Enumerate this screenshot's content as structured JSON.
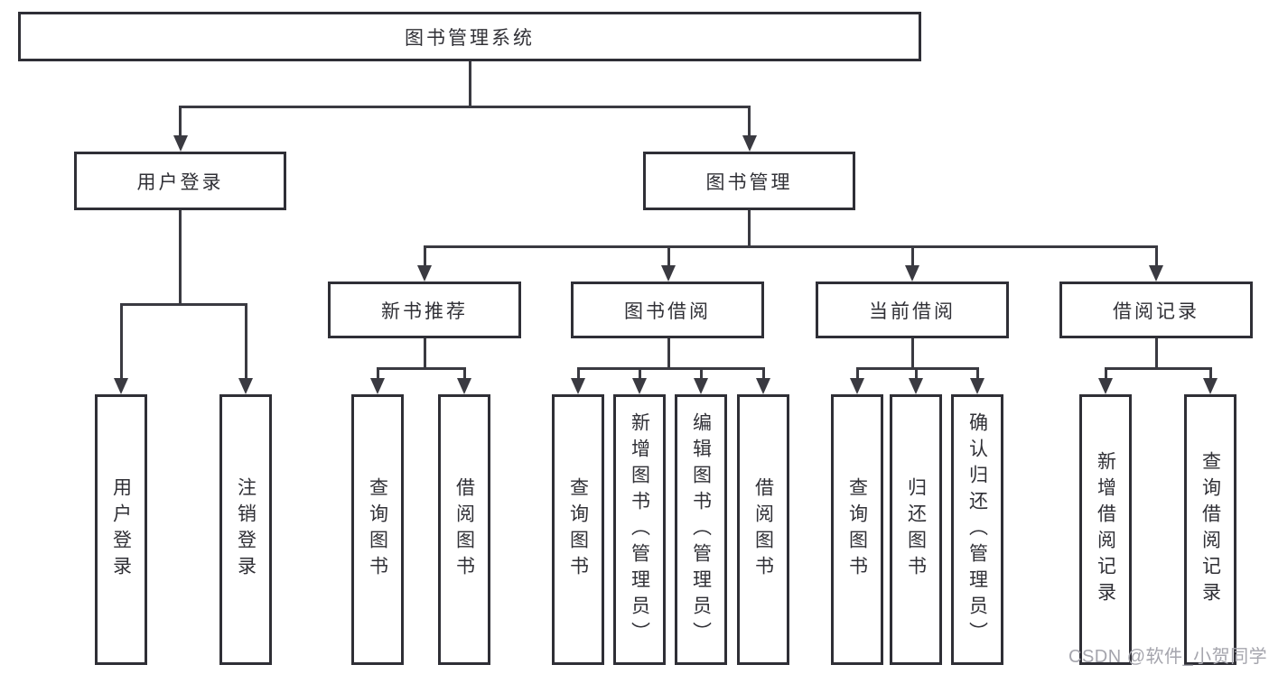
{
  "colors": {
    "line": "#3a3a41",
    "border": "#2f2f36",
    "text": "#303036",
    "wm": "#a5a5ad",
    "bg": "#ffffff"
  },
  "watermark": {
    "text": "CSDN @软件_小贺同学"
  },
  "tree": {
    "root": {
      "label": "图书管理系统",
      "children": [
        {
          "label": "用户登录",
          "children": [
            {
              "label": "用户登录"
            },
            {
              "label": "注销登录"
            }
          ]
        },
        {
          "label": "图书管理",
          "children": [
            {
              "label": "新书推荐",
              "children": [
                {
                  "label": "查询图书"
                },
                {
                  "label": "借阅图书"
                }
              ]
            },
            {
              "label": "图书借阅",
              "children": [
                {
                  "label": "查询图书"
                },
                {
                  "label": "新增图书（管理员）"
                },
                {
                  "label": "编辑图书（管理员）"
                },
                {
                  "label": "借阅图书"
                }
              ]
            },
            {
              "label": "当前借阅",
              "children": [
                {
                  "label": "查询图书"
                },
                {
                  "label": "归还图书"
                },
                {
                  "label": "确认归还（管理员）"
                }
              ]
            },
            {
              "label": "借阅记录",
              "children": [
                {
                  "label": "新增借阅记录"
                },
                {
                  "label": "查询借阅记录"
                }
              ]
            }
          ]
        }
      ]
    }
  }
}
